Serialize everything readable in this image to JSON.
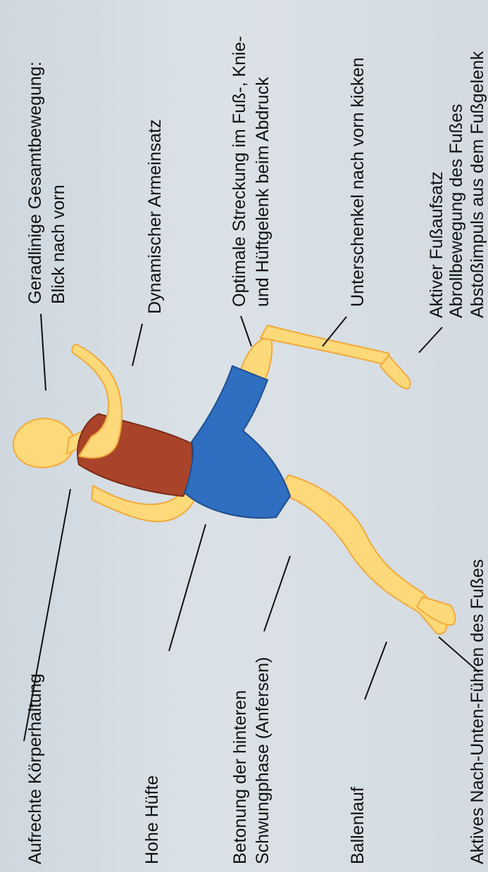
{
  "colors": {
    "background": "#d5dde3",
    "skin": "#fdd97a",
    "skin_outline": "#f2a93b",
    "shirt": "#a9442a",
    "shorts": "#2f6ec0",
    "line": "#111111"
  },
  "labels": {
    "koerperhaltung": "Aufrechte Körperhaltung",
    "gesamtbewegung_1": "Geradlinige Gesamtbewegung:",
    "gesamtbewegung_2": "Blick nach vorn",
    "armeinsatz": "Dynamischer Armeinsatz",
    "hohe_huefte": "Hohe Hüfte",
    "streckung_1": "Optimale Streckung im Fuß-, Knie-",
    "streckung_2": "und Hüftgelenk beim Abdruck",
    "schwungphase_1": "Betonung der hinteren",
    "schwungphase_2": "Schwungphase (Anfersen)",
    "unterschenkel": "Unterschenkel nach vorn kicken",
    "ballenlauf": "Ballenlauf",
    "fussaufsatz_1": "Aktiver Fußaufsatz",
    "fussaufsatz_2": "Abrollbewegung des Fußes",
    "fussaufsatz_3": "Abstoßimpuls aus dem Fußgelenk",
    "nach_unten_fuehren": "Aktives Nach-Unten-Führen des Fußes"
  }
}
